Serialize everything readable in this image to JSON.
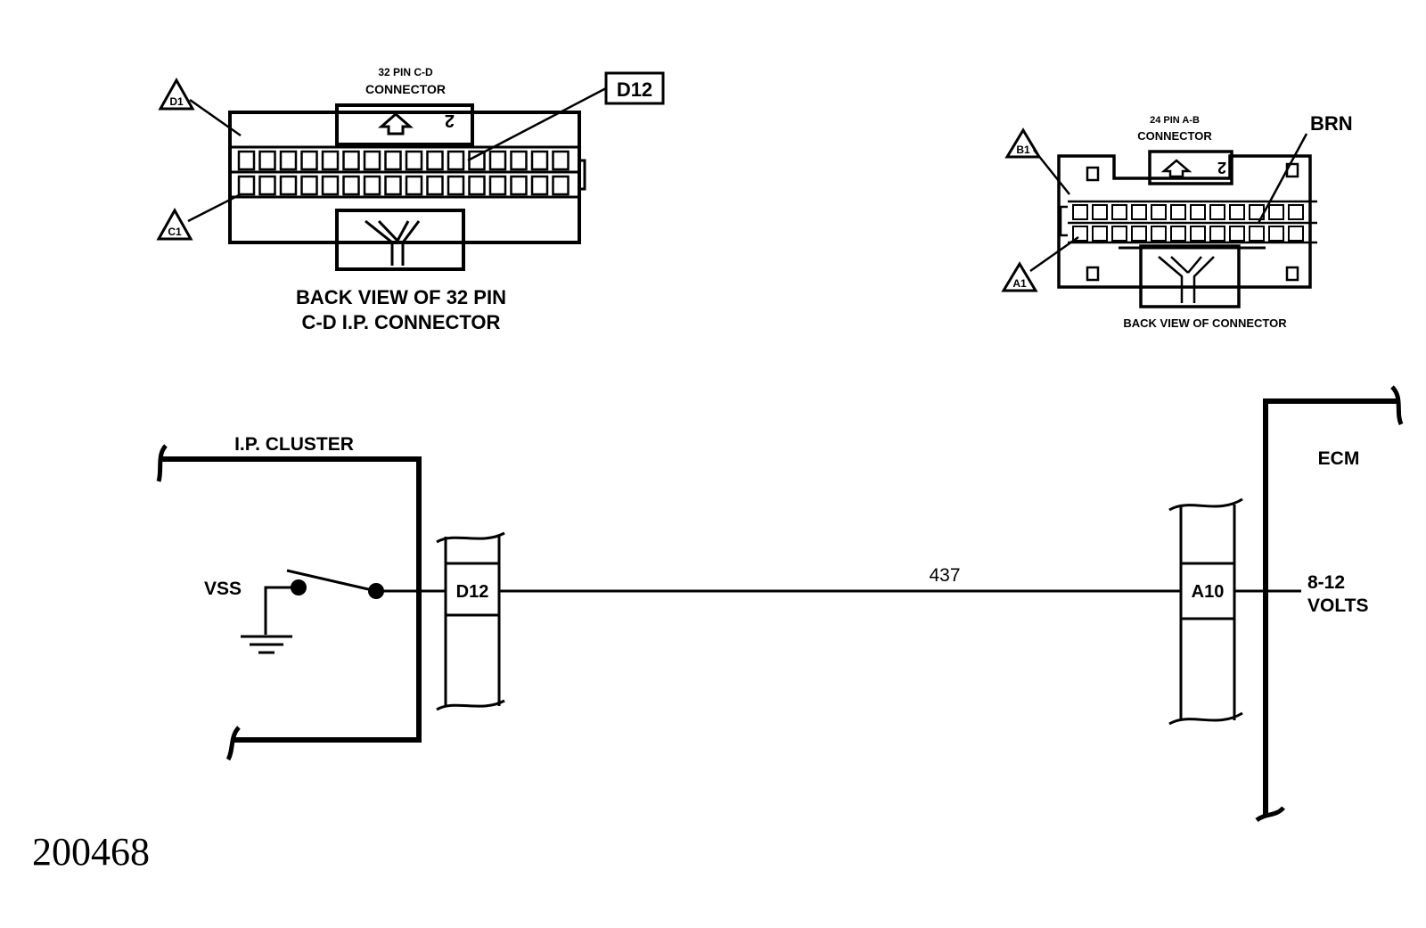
{
  "connector_cd": {
    "header_line1": "32 PIN C-D",
    "header_line2": "CONNECTOR",
    "callout": "D12",
    "pin_top": "D1",
    "pin_bottom": "C1",
    "caption_line1": "BACK VIEW OF 32 PIN",
    "caption_line2": "C-D I.P. CONNECTOR",
    "key_digit": "2"
  },
  "connector_ab": {
    "header_line1": "24 PIN A-B",
    "header_line2": "CONNECTOR",
    "wire_color": "BRN",
    "pin_top": "B1",
    "pin_bottom": "A1",
    "caption": "BACK VIEW OF CONNECTOR",
    "key_digit": "2"
  },
  "schematic": {
    "cluster_label": "I.P. CLUSTER",
    "switch_label": "VSS",
    "left_terminal": "D12",
    "wire_number": "437",
    "right_terminal": "A10",
    "module_label": "ECM",
    "voltage_line1": "8-12",
    "voltage_line2": "VOLTS"
  },
  "figure_number": "200468"
}
